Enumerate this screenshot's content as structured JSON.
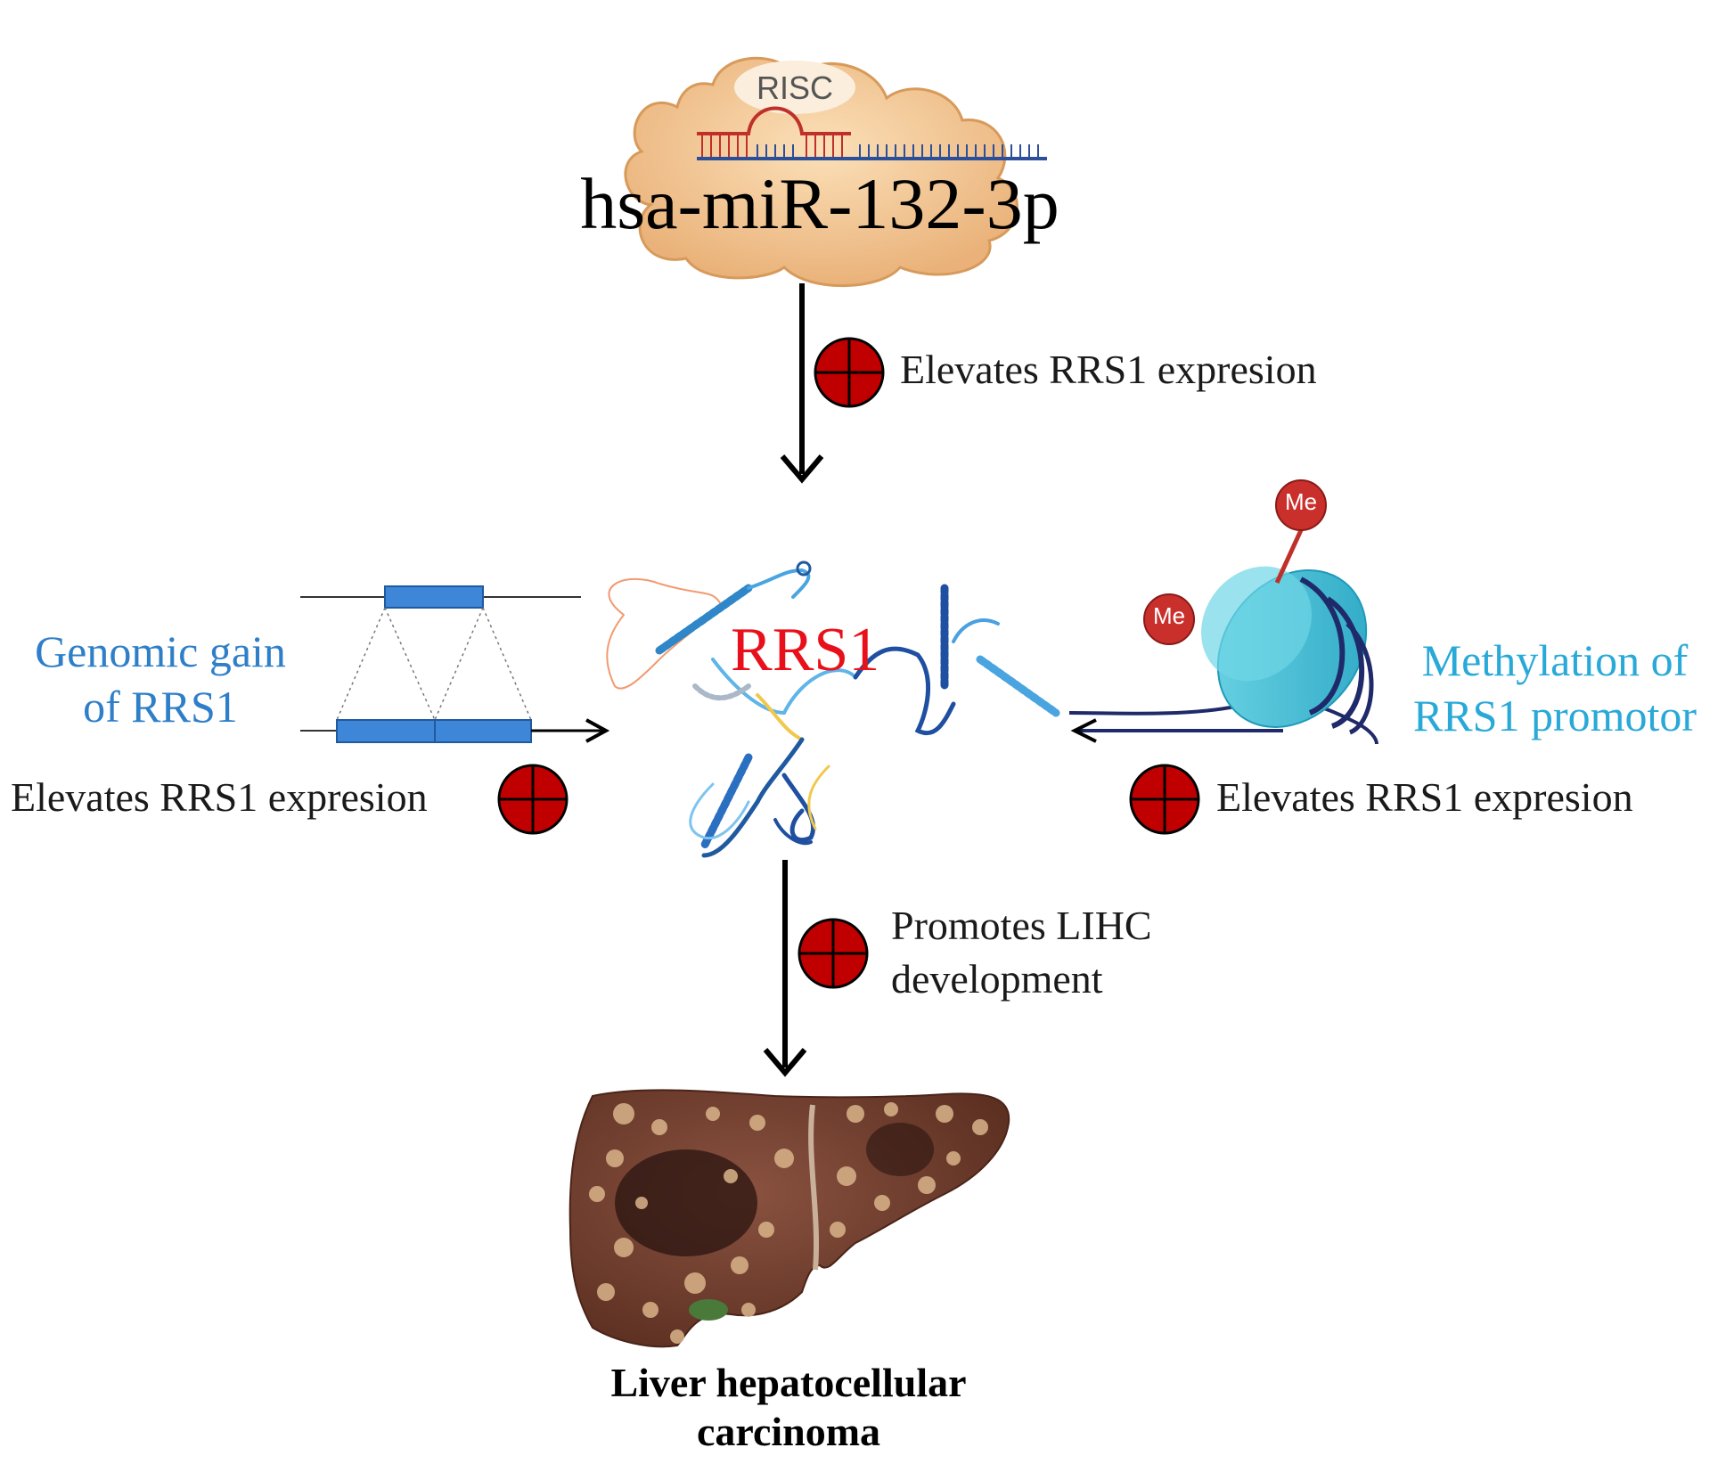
{
  "risc": {
    "label": "RISC",
    "mirna": "hsa-miR-132-3p"
  },
  "center": {
    "gene": "RRS1"
  },
  "arrows": {
    "top": {
      "effect": "Elevates RRS1 expresion"
    },
    "bottom": {
      "effect_line1": "Promotes LIHC",
      "effect_line2": "development"
    }
  },
  "left": {
    "title_line1": "Genomic gain",
    "title_line2": "of RRS1",
    "effect": "Elevates RRS1 expresion"
  },
  "right": {
    "title_line1": "Methylation of",
    "title_line2": "RRS1 promotor",
    "effect": "Elevates RRS1 expresion",
    "methyl_label": "Me"
  },
  "outcome": {
    "line1": "Liver hepatocellular",
    "line2": "carcinoma"
  },
  "colors": {
    "plus_marker": "#c00000",
    "rrs1_text": "#e8101a",
    "genomic_blue": "#2f7fc8",
    "methyl_cyan": "#29a9d8",
    "risc_cloud": "#f2c48a",
    "liver": "#6a3a28"
  }
}
